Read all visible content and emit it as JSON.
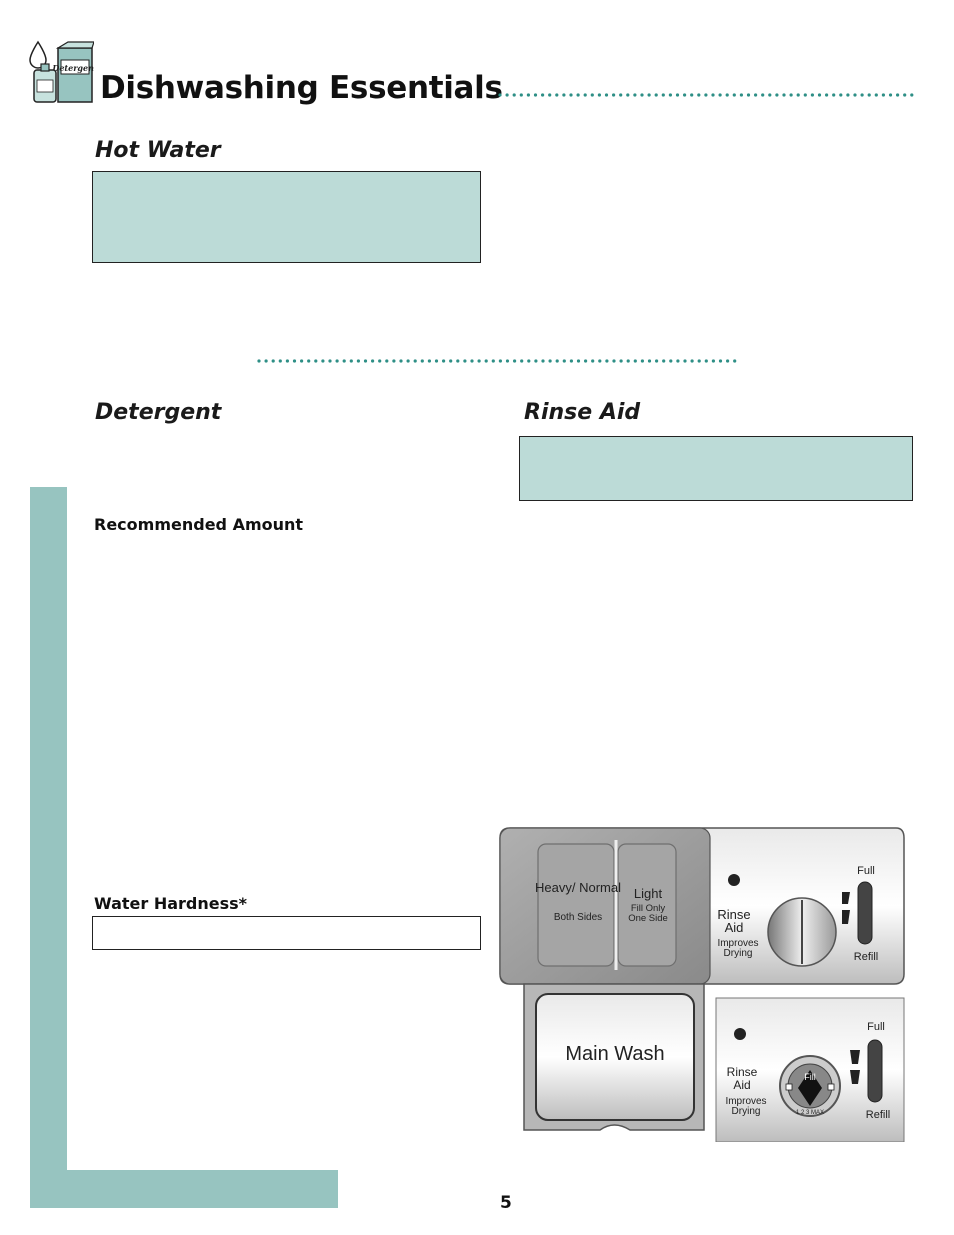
{
  "header": {
    "title": "Dishwashing Essentials",
    "icon_label": "Detergent"
  },
  "sections": {
    "hot_water": {
      "heading": "Hot Water"
    },
    "detergent": {
      "heading": "Detergent",
      "recommended_amount": "Recommended Amount",
      "water_hardness": "Water Hardness*"
    },
    "rinse_aid": {
      "heading": "Rinse Aid"
    }
  },
  "dispenser": {
    "cup_left_title": "Heavy/ Normal",
    "cup_left_sub": "Both Sides",
    "cup_right_title": "Light",
    "cup_right_sub_1": "Fill Only",
    "cup_right_sub_2": "One Side",
    "main_wash": "Main Wash",
    "rinse_aid_1": "Rinse",
    "rinse_aid_2": "Aid",
    "improves": "Improves",
    "drying": "Drying",
    "full": "Full",
    "refill": "Refill",
    "fill": "Fill",
    "dial_scale": "1 2 3 MAX"
  },
  "page_number": "5",
  "colors": {
    "accent_teal": "#97c4c0",
    "box_fill": "#bcdbd7",
    "dot_color": "#2e8f86"
  }
}
